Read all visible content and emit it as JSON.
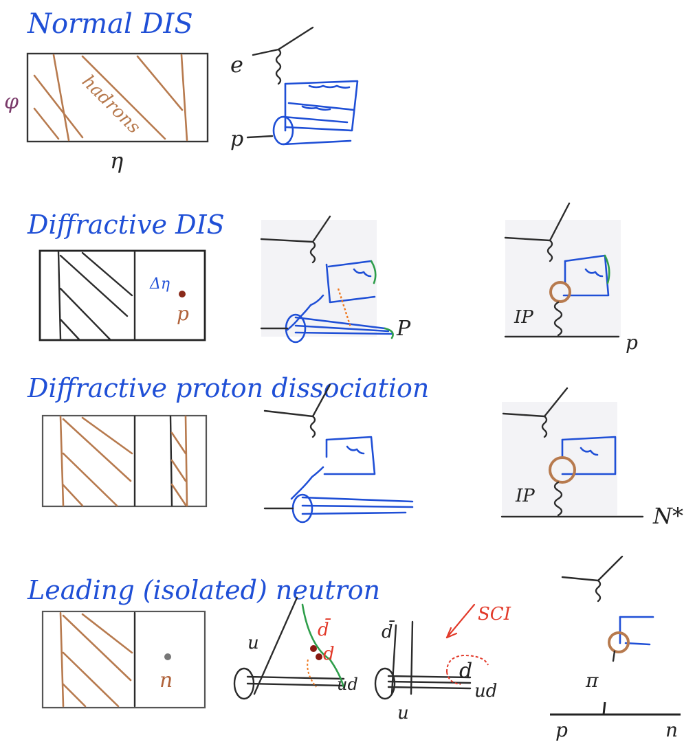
{
  "sections": {
    "normal": {
      "title": "Normal DIS",
      "phi": "φ",
      "eta": "η",
      "hadrons": "hadrons",
      "e": "e",
      "p": "p"
    },
    "diffractive": {
      "title": "Diffractive DIS",
      "delta_eta": "Δη",
      "p_dot": "p",
      "p_right1": "P",
      "p_right2": "p",
      "pomeron": "IP"
    },
    "dissociation": {
      "title": "Diffractive proton dissociation",
      "pomeron": "IP",
      "nstar": "N*"
    },
    "neutron": {
      "title": "Leading (isolated) neutron",
      "n_dot": "n",
      "u": "u",
      "dbar": "d̄",
      "d": "d",
      "ud": "ud",
      "dbar2": "d̄",
      "sci": "SCI",
      "d2": "d",
      "ud2": "ud",
      "u2": "u",
      "pi": "π",
      "p": "p",
      "n": "n"
    }
  },
  "colors": {
    "blue": "#1f4fd6",
    "brown": "#b77a4e",
    "dark": "#2b2b2b",
    "green": "#2e9e4a",
    "red": "#e23a2a",
    "grayshade": "#f3f3f6"
  }
}
